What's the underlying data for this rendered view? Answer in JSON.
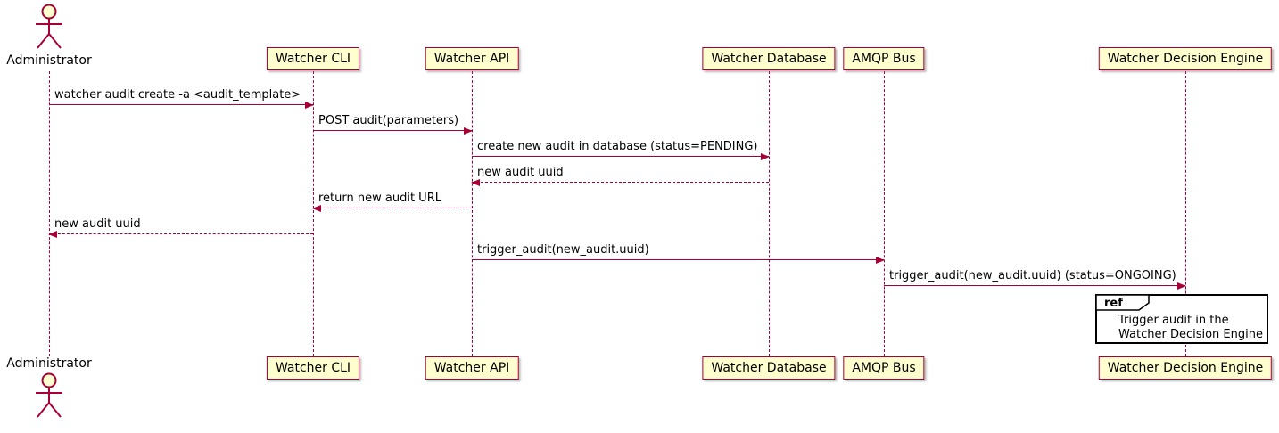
{
  "diagram": {
    "type": "sequence-diagram",
    "participants": [
      {
        "name": "Administrator",
        "kind": "actor"
      },
      {
        "name": "Watcher CLI",
        "kind": "participant"
      },
      {
        "name": "Watcher API",
        "kind": "participant"
      },
      {
        "name": "Watcher Database",
        "kind": "participant"
      },
      {
        "name": "AMQP Bus",
        "kind": "participant"
      },
      {
        "name": "Watcher Decision Engine",
        "kind": "participant"
      }
    ],
    "messages": [
      {
        "from": "Administrator",
        "to": "Watcher CLI",
        "label": "watcher audit create -a <audit_template>",
        "style": "solid"
      },
      {
        "from": "Watcher CLI",
        "to": "Watcher API",
        "label": "POST audit(parameters)",
        "style": "solid"
      },
      {
        "from": "Watcher API",
        "to": "Watcher Database",
        "label": "create new audit in database (status=PENDING)",
        "style": "solid"
      },
      {
        "from": "Watcher Database",
        "to": "Watcher API",
        "label": "new audit uuid",
        "style": "dashed"
      },
      {
        "from": "Watcher API",
        "to": "Watcher CLI",
        "label": "return new audit URL",
        "style": "dashed"
      },
      {
        "from": "Watcher CLI",
        "to": "Administrator",
        "label": "new audit uuid",
        "style": "dashed"
      },
      {
        "from": "Watcher API",
        "to": "AMQP Bus",
        "label": "trigger_audit(new_audit.uuid)",
        "style": "solid"
      },
      {
        "from": "AMQP Bus",
        "to": "Watcher Decision Engine",
        "label": "trigger_audit(new_audit.uuid) (status=ONGOING)",
        "style": "solid"
      }
    ],
    "ref": {
      "keyword": "ref",
      "line1": "Trigger audit in the",
      "line2": "Watcher Decision Engine"
    },
    "colors": {
      "participant_fill": "#FEFECE",
      "participant_border": "#A80036",
      "arrow": "#A80036",
      "lifeline": "#A80036",
      "ref_border": "#000000",
      "text": "#000000"
    }
  }
}
